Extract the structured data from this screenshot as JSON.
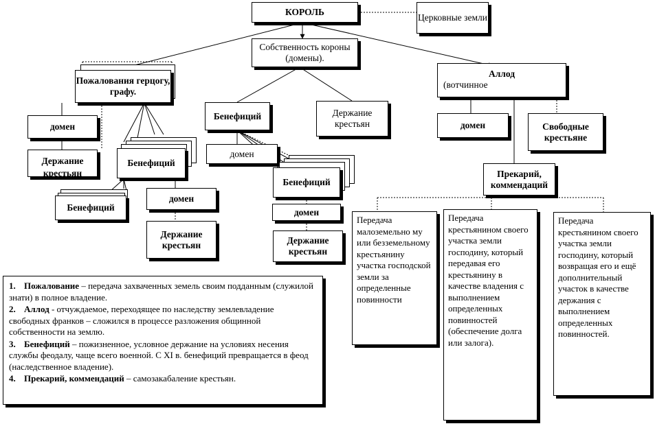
{
  "nodes": {
    "king": "КОРОЛЬ",
    "church": "Церковные земли",
    "crown": "Собственность короны (домены).",
    "grants": "Пожалования герцогу, графу.",
    "allod": "Аллод",
    "allod_sub": "(вотчинное",
    "benefice_mid": "Бенефиций",
    "peasant_tenure_mid": "Держание крестьян",
    "domain_left": "домен",
    "tenure_left": "Держание",
    "tenure_left_cut": "крестьян",
    "benefice_left": "Бенефиций",
    "domain_mid": "домен",
    "benefice_inner": "Бенефиций",
    "benefice_far": "Бенефиций",
    "domain_lower_left": "домен",
    "tenure_lower_left": "Держание крестьян",
    "domain_lower_mid": "домен",
    "tenure_lower_mid": "Держание крестьян",
    "domain_right": "домен",
    "free_peasants": "Свободные крестьяне",
    "precarium": "Прекарий, коммендаций"
  },
  "precarium_types": [
    "Передача малоземельно му или безземельному крестьянину участка господской земли за определенные повинности",
    "Передача крестьянином своего участка земли господину, который передавая его крестьянину в качестве владения с выполнением определенных повинностей (обеспечение долга или залога).",
    "Передача крестьянином своего участка земли господину, который возвращая его и ещё дополнительный участок в качестве держания с выполнением определенных повинностей."
  ],
  "definitions": [
    {
      "num": "1.",
      "term": "Пожалование",
      "text": " – передача захваченных земель своим подданным (служилой знати) в полное владение."
    },
    {
      "num": "2.",
      "term": "Аллод",
      "text": " - отчуждаемое, переходящее по наследству землевладение свободных франков – сложился в процессе разложения общинной собственности на землю."
    },
    {
      "num": "3.",
      "term": "Бенефиций",
      "text": " – пожизненное, условное держание на условиях несения службы феодалу, чаще всего военной. С XI в. бенефиций превращается в феод (наследственное владение)."
    },
    {
      "num": "4.",
      "term": "Прекарий, коммендаций",
      "text": " – самозакабаление крестьян."
    }
  ]
}
